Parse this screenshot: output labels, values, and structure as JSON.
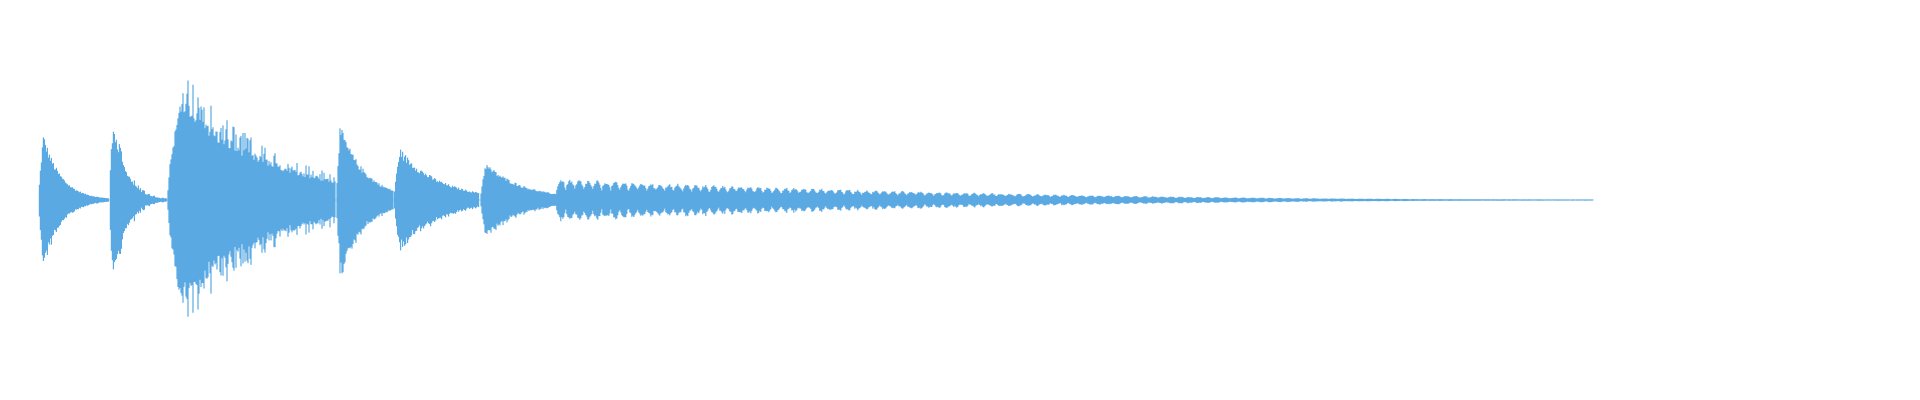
{
  "waveform": {
    "color": "#5aa9e3",
    "background": "#ffffff",
    "segments": [
      {
        "start": 0.02,
        "end": 0.057,
        "peak": 0.55,
        "decay": 0.45,
        "style": "dense"
      },
      {
        "start": 0.057,
        "end": 0.087,
        "peak": 0.68,
        "decay": 0.35,
        "style": "spiky"
      },
      {
        "start": 0.087,
        "end": 0.175,
        "peak": 0.75,
        "decay": 0.88,
        "style": "spiky-decay"
      },
      {
        "start": 0.175,
        "end": 0.205,
        "peak": 0.55,
        "decay": 0.8,
        "style": "dense"
      },
      {
        "start": 0.205,
        "end": 0.25,
        "peak": 0.38,
        "decay": 0.82,
        "style": "dense"
      },
      {
        "start": 0.25,
        "end": 0.29,
        "peak": 0.27,
        "decay": 0.85,
        "style": "dense"
      },
      {
        "start": 0.29,
        "end": 0.83,
        "peak": 0.13,
        "decay": 0.97,
        "style": "ripple"
      }
    ]
  }
}
